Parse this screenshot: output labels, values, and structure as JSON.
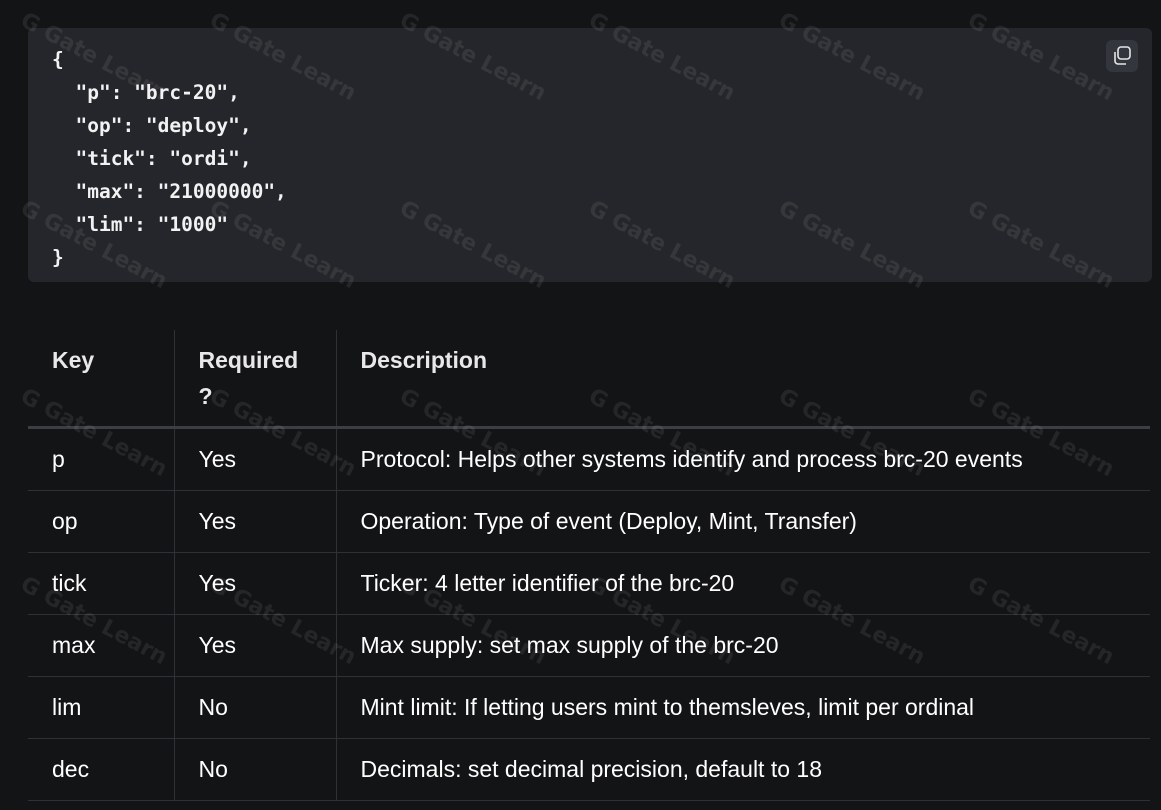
{
  "code": {
    "lines": [
      "{",
      "  \"p\": \"brc-20\",",
      "  \"op\": \"deploy\",",
      "  \"tick\": \"ordi\",",
      "  \"max\": \"21000000\",",
      "  \"lim\": \"1000\"",
      "}"
    ],
    "copy_icon": "copy-icon"
  },
  "table": {
    "headers": [
      "Key",
      "Required ?",
      "Description"
    ],
    "rows": [
      [
        "p",
        "Yes",
        "Protocol: Helps other systems identify and process brc-20 events"
      ],
      [
        "op",
        "Yes",
        "Operation: Type of event (Deploy, Mint, Transfer)"
      ],
      [
        "tick",
        "Yes",
        "Ticker: 4 letter identifier of the brc-20"
      ],
      [
        "max",
        "Yes",
        "Max supply: set max supply of the brc-20"
      ],
      [
        "lim",
        "No",
        "Mint limit: If letting users mint to themsleves, limit per ordinal"
      ],
      [
        "dec",
        "No",
        "Decimals: set decimal precision, default to 18"
      ]
    ]
  },
  "watermark": {
    "text": "Gate Learn",
    "icon": "gate-logo-icon"
  }
}
